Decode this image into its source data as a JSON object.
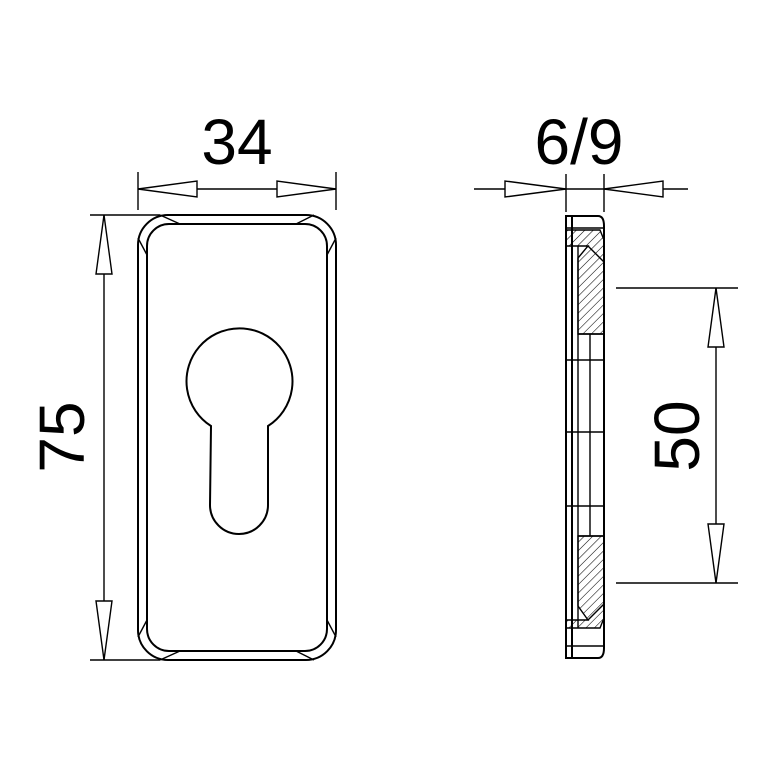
{
  "dimensions": {
    "width": "34",
    "height": "75",
    "thickness": "6/9",
    "hole_spacing": "50"
  }
}
